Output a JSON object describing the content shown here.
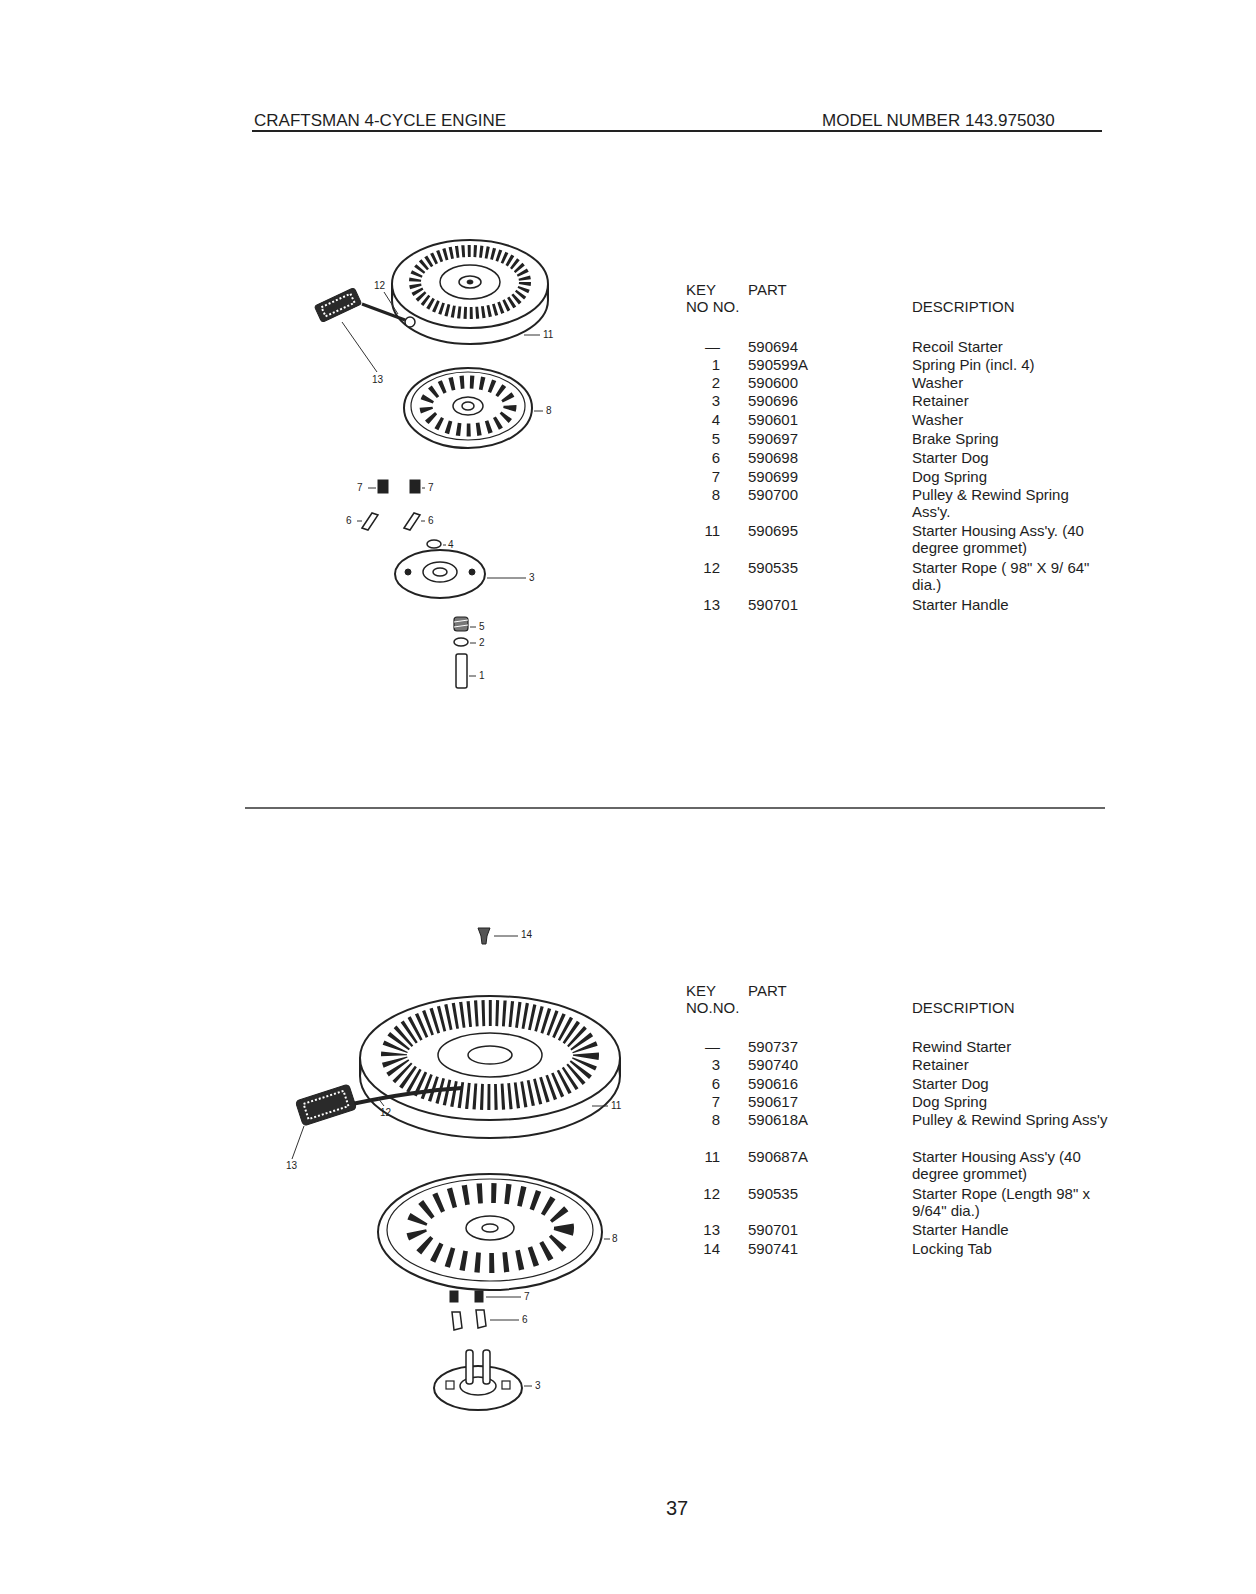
{
  "diagram": {
    "title": "CRAFTSMAN 4-CYCLE ENGINE",
    "labels": [
      "MODEL NUMBER 143.975030",
      "KEY",
      "PART",
      "NO NO.",
      "DESCRIPTION",
      "—",
      "590694",
      "Recoil Starter",
      "1",
      "590599A",
      "Spring Pin (incl. 4)",
      "2",
      "590600",
      "Washer",
      "3",
      "590696",
      "Retainer",
      "4",
      "590601",
      "Washer",
      "5",
      "590697",
      "Brake Spring",
      "6",
      "590698",
      "Starter Dog",
      "7",
      "590699",
      "Dog Spring",
      "8",
      "590700",
      "Pulley & Rewind Spring Ass'y.",
      "11",
      "590695",
      "Starter Housing Ass'y. (40 degree grommet)",
      "12",
      "590535",
      "Starter Rope ( 98\" X 9/ 64\" dia.)",
      "13",
      "590701",
      "Starter Handle",
      "KEY",
      "PART",
      "NO.NO.",
      "DESCRIPTION",
      "—",
      "590737",
      "Rewind Starter",
      "3",
      "590740",
      "Retainer",
      "6",
      "590616",
      "Starter Dog",
      "7",
      "590617",
      "Dog Spring",
      "8",
      "590618A",
      "Pulley & Rewind Spring Ass'y",
      "11",
      "590687A",
      "Starter Housing Ass'y (40 degree grommet)",
      "12",
      "590535",
      "Starter Rope (Length 98\" x 9/64\" dia.)",
      "13",
      "590701",
      "Starter Handle",
      "14",
      "590741",
      "Locking Tab",
      "12",
      "11",
      "13",
      "8",
      "7",
      "7",
      "6",
      "6",
      "4",
      "3",
      "5",
      "2",
      "1",
      "14",
      "11",
      "12",
      "13",
      "8",
      "7",
      "6",
      "3",
      "37"
    ]
  }
}
